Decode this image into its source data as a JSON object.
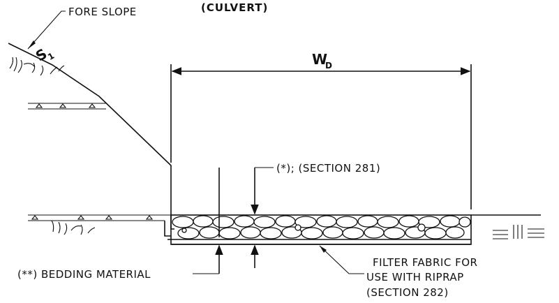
{
  "title": "(CULVERT)",
  "labels": {
    "fore_slope": "FORE SLOPE",
    "slope_symbol": "S",
    "slope_subscript": "1",
    "width_symbol": "W",
    "width_subscript": "D",
    "riprap_note": "(*); (SECTION 281)",
    "bedding_note": "(**) BEDDING MATERIAL",
    "filter_line1": "FILTER FABRIC FOR",
    "filter_line2": "USE WITH RIPRAP",
    "filter_line3": "(SECTION 282)"
  }
}
